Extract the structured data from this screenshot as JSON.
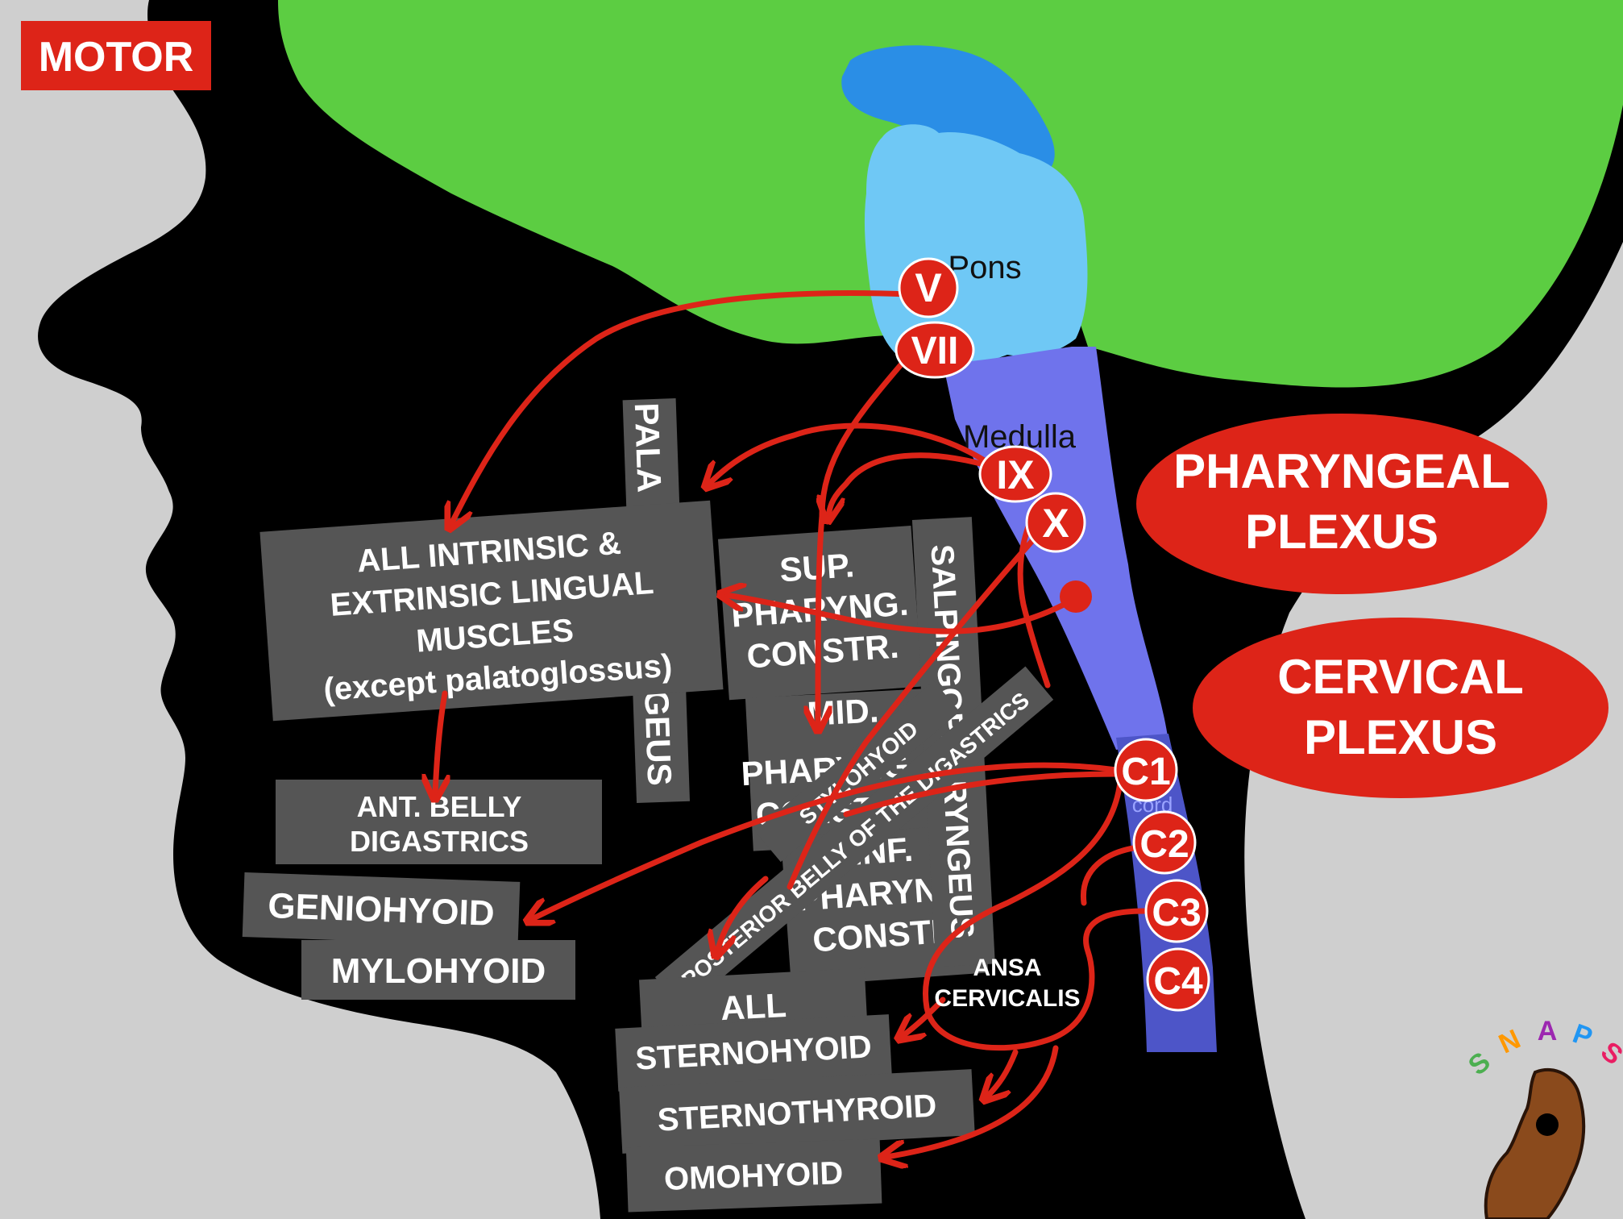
{
  "badge": {
    "text": "MOTOR",
    "color": "#dd2418"
  },
  "brain": {
    "pons_label": "Pons",
    "medulla_label": "Medulla",
    "cord_label": "cord",
    "colors": {
      "cerebrum": "#5ccd42",
      "midbrain": "#2a8ee6",
      "pons": "#6fc8f5",
      "medulla": "#6f73ec",
      "cord": "#4d55c8"
    }
  },
  "nerves": {
    "v": "V",
    "vii": "VII",
    "ix": "IX",
    "x": "X",
    "c1": "C1",
    "c2": "C2",
    "c3": "C3",
    "c4": "C4"
  },
  "plexus": {
    "pharyngeal_line1": "PHARYNGEAL",
    "pharyngeal_line2": "PLEXUS",
    "cervical_line1": "CERVICAL",
    "cervical_line2": "PLEXUS"
  },
  "muscles": {
    "lingual": [
      "ALL INTRINSIC  &",
      "EXTRINSIC LINGUAL",
      "MUSCLES",
      "(except palatoglossus)"
    ],
    "palatoglossus_top": "PALA",
    "palatoglossus_bottom": "GEUS",
    "sup_constrictor": [
      "SUP.",
      "PHARYNG.",
      "CONSTR."
    ],
    "mid_constrictor": [
      "MID.",
      "PHARYNG.",
      "CONSTR."
    ],
    "inf_constrictor": [
      "INF.",
      "PHARYNG.",
      "CONSTR."
    ],
    "salpingopharyngeus": "SALPINGOPHARYNGEUS",
    "stylohyoid": "STYLOHYOID",
    "posterior_belly": "POSTERIOR BELLY OF THE DIGASTRICS",
    "ant_belly": [
      "ANT. BELLY",
      "DIGASTRICS"
    ],
    "geniohyoid": "GENIOHYOID",
    "mylohyoid": "MYLOHYOID",
    "all": "ALL",
    "sternohyoid": "STERNOHYOID",
    "sternothyroid": "STERNOTHYROID",
    "omohyoid": "OMOHYOID"
  },
  "ansa": [
    "ANSA",
    "CERVICALIS"
  ],
  "logo": {
    "letters": [
      "S",
      "N",
      "A",
      "P",
      "S"
    ],
    "colors": [
      "#4caf50",
      "#ff9800",
      "#9c27b0",
      "#2196f3",
      "#e91e63"
    ]
  }
}
